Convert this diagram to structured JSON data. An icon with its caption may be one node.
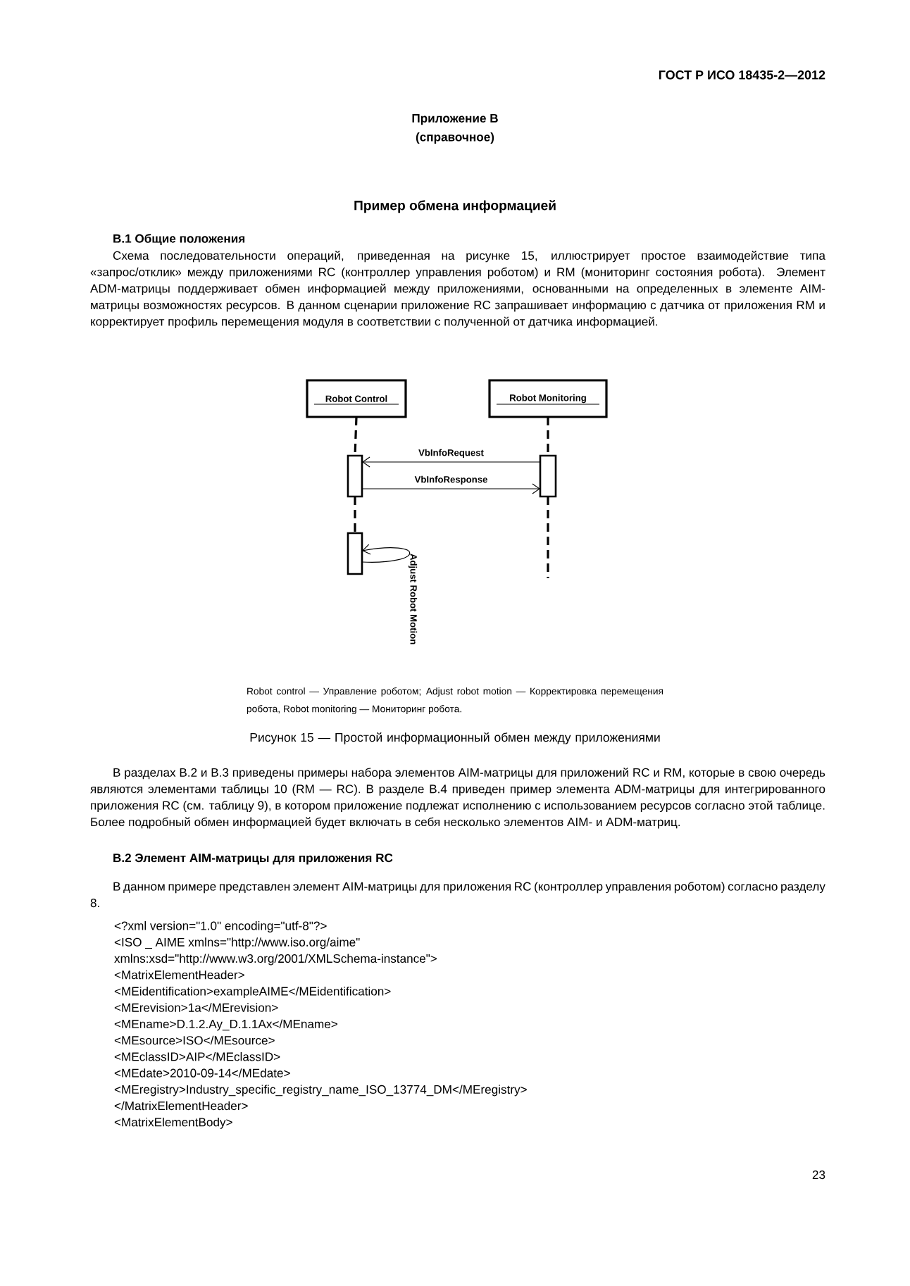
{
  "diagram": {
    "title": "Пример обмена информацией",
    "caption": "Рисунок 15 — Простой информационный обмен между приложениями",
    "nodes": [
      {
        "text": [
          "Robot Control"
        ]
      },
      {
        "text": [
          "Robot Monitoring"
        ]
      },
      {
        "text": [],
        "shape": "bar"
      },
      {
        "text": [],
        "shape": "bar"
      },
      {
        "text": [],
        "shape": "bar"
      }
    ],
    "edges": [
      {
        "from": 0,
        "to": 2,
        "arrow": "none",
        "style": "dashed"
      },
      {
        "from": 2,
        "to": 4,
        "arrow": "none",
        "style": "dashed"
      },
      {
        "from": 1,
        "to": 3,
        "arrow": "none",
        "style": "dashed"
      },
      {
        "from": 3,
        "to": null,
        "arrow": "none",
        "style": "dashed"
      },
      {
        "from": 3,
        "to": 2,
        "arrow": "to",
        "label": "VbInfoRequest"
      },
      {
        "from": 2,
        "to": 3,
        "arrow": "to",
        "label": "VbInfoResponse"
      },
      {
        "from": 4,
        "to": 4,
        "arrow": "to",
        "label": "Adjust Robot Motion"
      }
    ],
    "labels": [
      "ГОСТ Р ИСО 18435-2—2012",
      "Приложение В",
      "(справочное)",
      "В.1 Общие положения",
      "Схема последовательности операций, приведенная на рисунке 15, иллюстрирует простое взаимодействие типа «запрос/отклик» между приложениями RC (контроллер управления роботом) и RM (мониторинг состояния робота). Элемент ADM-матрицы поддерживает обмен информацией между приложениями, основанными на определенных в элементе AIM-матрицы возможностях ресурсов. В данном сценарии приложение RC запрашивает информацию с датчика от приложения RM и корректирует профиль перемещения модуля в соответствии с полученной от датчика информацией.",
      "Robot control — Управление роботом; Adjust robot motion — Корректировка перемещения робота, Robot monitoring — Мониторинг робота.",
      "В разделах В.2 и В.3 приведены примеры набора элементов AIM-матрицы для приложений RC и RM, которые в свою очередь являются элементами таблицы 10 (RM — RC). В разделе В.4 приведен пример элемента ADM-матрицы для интегрированного приложения RC (см. таблицу 9), в котором приложение подлежат исполнению с использованием ресурсов согласно этой таблице. Более подробный обмен информацией будет включать в себя несколько элементов AIM- и ADM-матриц.",
      "В.2 Элемент AIM-матрицы для приложения RC",
      "В данном примере представлен элемент AIM-матрицы для приложения RC (контроллер управления роботом) согласно разделу 8.",
      "<?xml version=\"1.0\" encoding=\"utf-8\"?>",
      "<ISO _ AIME xmlns=\"http://www.iso.org/aime\"",
      "xmlns:xsd=\"http://www.w3.org/2001/XMLSchema-instance\">",
      "<MatrixElementHeader>",
      "<MEidentification>exampleAIME</MEidentification>",
      "<MErevision>1a</MErevision>",
      "<MEname>D.1.2.Ay_D.1.1Ax</MEname>",
      "<MEsource>ISO</MEsource>",
      "<MEclassID>AIP</MEclassID>",
      "<MEdate>2010-09-14</MEdate>",
      "<MEregistry>Industry_specific_registry_name_ISO_13774_DM</MEregistry>",
      "</MatrixElementHeader>",
      "<MatrixElementBody>",
      "23"
    ]
  }
}
